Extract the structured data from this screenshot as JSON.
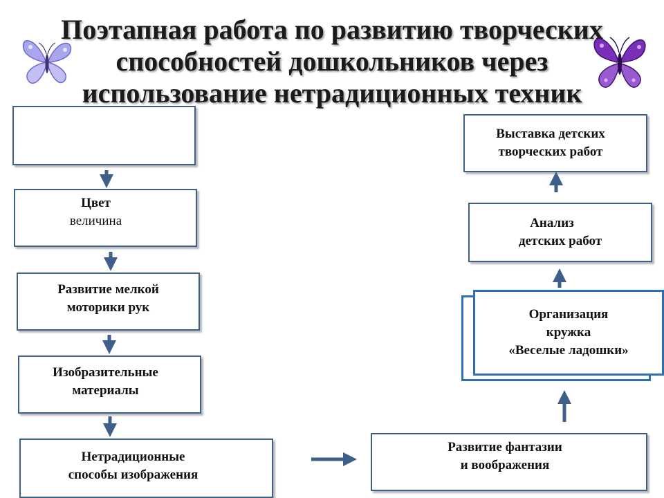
{
  "title": {
    "line1": "Поэтапная работа по развитию творческих",
    "line2": "способностей дошкольников через",
    "line3": "использование нетрадиционных техник"
  },
  "boxes": {
    "empty": "",
    "color": {
      "line1": "Цвет",
      "line2": "величина"
    },
    "motor": {
      "line1": "Развитие мелкой",
      "line2": "моторики рук"
    },
    "materials": {
      "line1": "Изобразительные",
      "line2": "материалы"
    },
    "techniques": {
      "line1": "Нетрадиционные",
      "line2": "способы изображения"
    },
    "fantasy": {
      "line1": "Развитие фантазии",
      "line2": "и воображения"
    },
    "club": {
      "line1": "Организация",
      "line2": "кружка",
      "line3": "«Веселые ладошки»"
    },
    "analysis": {
      "line1": "Анализ",
      "line2": "детских работ"
    },
    "exhibition": {
      "line1": "Выставка детских",
      "line2": "творческих работ"
    }
  },
  "colors": {
    "box_border": "#3d5f8a",
    "featured_border": "#2f6fb5",
    "arrow": "#3d5f8a",
    "butterfly_left": "#a9a6ee",
    "butterfly_right": "#7a2fb8"
  },
  "icons": {
    "left": "butterfly-icon",
    "right": "butterfly-icon"
  }
}
